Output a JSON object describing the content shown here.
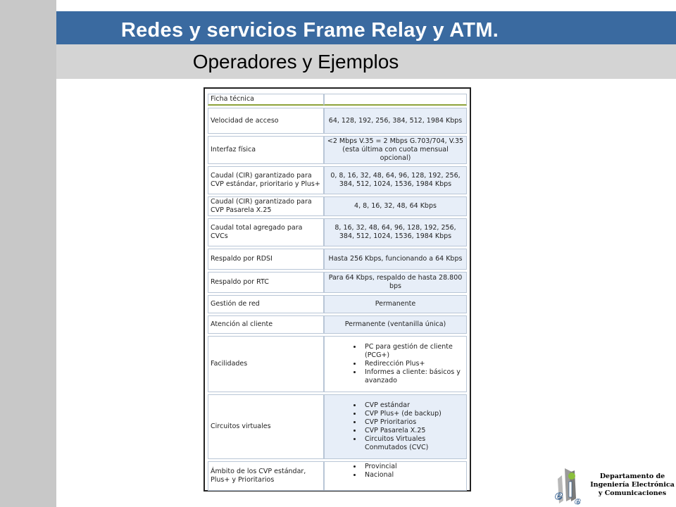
{
  "header": {
    "title": "Redes y servicios Frame Relay y ATM.",
    "subtitle": "Operadores y Ejemplos"
  },
  "table": {
    "header": "Ficha técnica",
    "rows": [
      {
        "label": "Velocidad de acceso",
        "value": "64, 128, 192, 256, 384, 512, 1984 Kbps"
      },
      {
        "label": "Interfaz física",
        "value": "<2 Mbps V.35 = 2 Mbps G.703/704, V.35 (esta última con cuota mensual opcional)"
      },
      {
        "label": "Caudal (CIR) garantizado para CVP estándar, prioritario y Plus+",
        "value": "0, 8, 16, 32, 48, 64, 96, 128, 192, 256, 384, 512, 1024, 1536, 1984 Kbps"
      },
      {
        "label": "Caudal (CIR) garantizado para CVP Pasarela X.25",
        "value": "4, 8, 16, 32, 48, 64 Kbps"
      },
      {
        "label": "Caudal total agregado para CVCs",
        "value": "8, 16, 32, 48, 64, 96, 128, 192, 256, 384, 512, 1024, 1536, 1984 Kbps"
      },
      {
        "label": "Respaldo por RDSI",
        "value": "Hasta 256 Kbps, funcionando a 64 Kbps"
      },
      {
        "label": "Respaldo por RTC",
        "value": "Para 64 Kbps, respaldo de hasta 28.800 bps"
      },
      {
        "label": "Gestión de red",
        "value": "Permanente"
      },
      {
        "label": "Atención al cliente",
        "value": "Permanente (ventanilla única)"
      }
    ],
    "facilidades": {
      "label": "Facilidades",
      "items": [
        "PC para gestión de cliente (PCG+)",
        "Redirección Plus+",
        "Informes a cliente: básicos y avanzado"
      ]
    },
    "circuitos": {
      "label": "Circuitos virtuales",
      "items": [
        "CVP estándar",
        "CVP Plus+ (de backup)",
        "CVP Prioritarios",
        "CVP Pasarela X.25",
        "Circuitos Virtuales Conmutados (CVC)"
      ]
    },
    "ambito": {
      "label": "Ámbito de los CVP estándar, Plus+ y Prioritarios",
      "items": [
        "Provincial",
        "Nacional"
      ]
    }
  },
  "footer": {
    "dept_line1": "Departamento de",
    "dept_line2": "Ingeniería Electrónica",
    "dept_line3": "y Comunicaciones",
    "logo_letters": "eie"
  },
  "colors": {
    "header_blue": "#3a6aa0",
    "band_gray": "#d4d4d4",
    "side_gray": "#c8c8c8",
    "cell_blue": "#e7eef8",
    "header_rule_green": "#8da33a",
    "logo_green": "#8bbf3c"
  }
}
